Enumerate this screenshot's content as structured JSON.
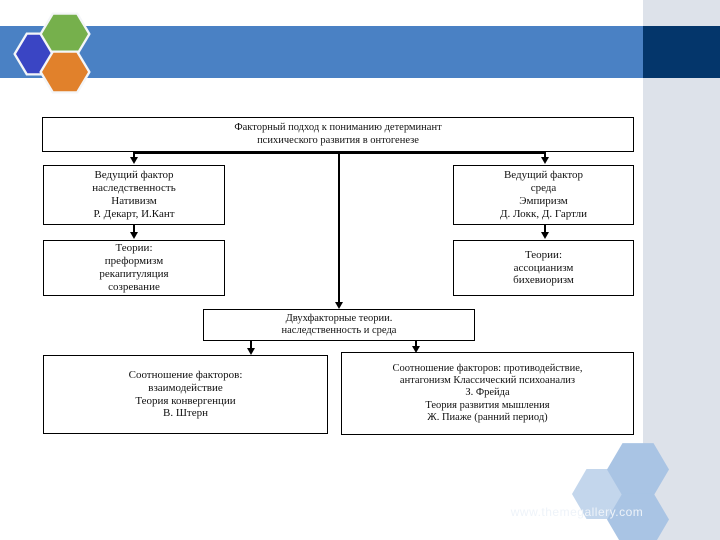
{
  "slide": {
    "banner": {
      "logo_hexagons": [
        "blue-hexagon",
        "green-hexagon",
        "orange-hexagon"
      ],
      "bar_color": "#4a81c4",
      "bar_dark_color": "#04366b",
      "right_strip_color": "#dde2ea"
    },
    "watermark": "www.themegallery.com"
  },
  "diagram": {
    "type": "flowchart",
    "nodes": {
      "root": "Факторный подход к пониманию детерминант\nпсихического развития в онтогенезе",
      "left_factor": "Ведущий фактор\nнаследственность\nНативизм\nР. Декарт, И.Кант",
      "right_factor": "Ведущий фактор\nсреда\nЭмпиризм\nД. Локк, Д. Гартли",
      "left_theories": "Теории:\nпреформизм\nрекапитуляция\nсозревание",
      "right_theories": "Теории:\nассоцианизм\nбихевиоризм",
      "two_factor": "Двухфакторные теории.\nнаследственность и среда",
      "bottom_left": "Соотношение факторов:\nвзаимодействие\nТеория конвергенции\nВ. Штерн",
      "bottom_right": "Соотношение факторов: противодействие,\nантагонизм Классический психоанализ\nЗ. Фрейда\nТеория развития мышления\nЖ. Пиаже (ранний период)"
    }
  }
}
